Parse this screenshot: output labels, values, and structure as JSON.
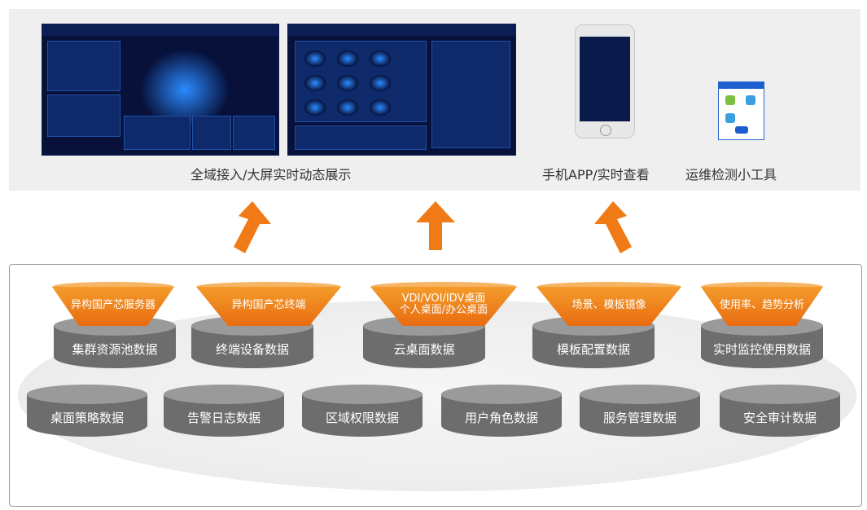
{
  "top": {
    "caption_big_screen": "全域接入/大屏实时动态展示",
    "caption_mobile": "手机APP/实时查看",
    "caption_tool": "运维检测小工具"
  },
  "colors": {
    "accent_orange": "#f08a1f",
    "cylinder_gray": "#6d6d6d",
    "screen_bg": "#07113a"
  },
  "funnels": [
    {
      "lines": [
        "异构国产芯服务器"
      ]
    },
    {
      "lines": [
        "异构国产芯终端"
      ]
    },
    {
      "lines": [
        "VDI/VOI/IDV桌面",
        "个人桌面/办公桌面"
      ]
    },
    {
      "lines": [
        "场景、模板镜像"
      ]
    },
    {
      "lines": [
        "使用率、趋势分析"
      ]
    }
  ],
  "row1_cylinders": [
    "集群资源池数据",
    "终端设备数据",
    "云桌面数据",
    "模板配置数据",
    "实时监控使用数据"
  ],
  "row2_cylinders": [
    "桌面策略数据",
    "告警日志数据",
    "区域权限数据",
    "用户角色数据",
    "服务管理数据",
    "安全审计数据"
  ]
}
